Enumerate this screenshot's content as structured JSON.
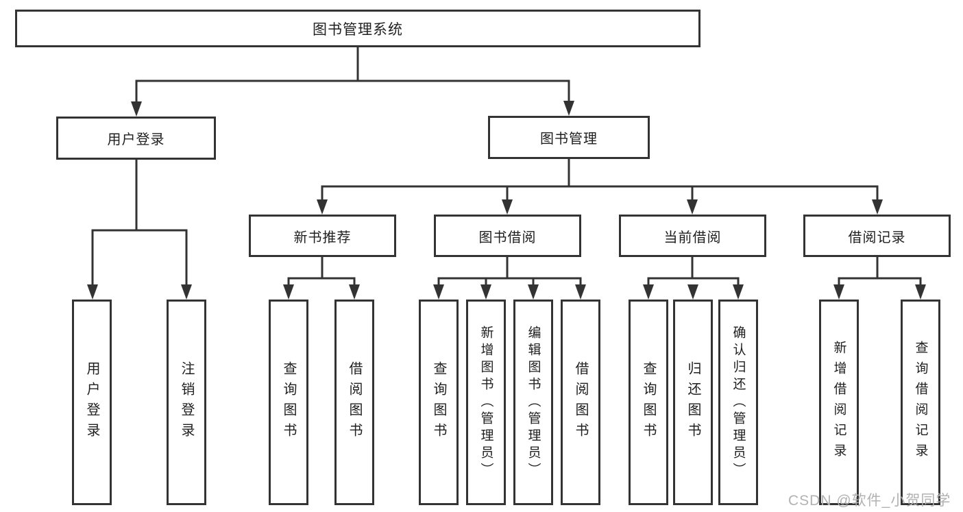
{
  "diagram": {
    "type": "hierarchy-tree",
    "nodes": {
      "root": {
        "label": "图书管理系统"
      },
      "user_login": {
        "label": "用户登录"
      },
      "book_mgmt": {
        "label": "图书管理"
      },
      "new_books": {
        "label": "新书推荐"
      },
      "book_borrow": {
        "label": "图书借阅"
      },
      "current_borrow": {
        "label": "当前借阅"
      },
      "borrow_records": {
        "label": "借阅记录"
      },
      "leaf_user_login": {
        "label": "用户登录"
      },
      "leaf_logout": {
        "label": "注销登录"
      },
      "leaf_nb_query": {
        "label": "查询图书"
      },
      "leaf_nb_borrow": {
        "label": "借阅图书"
      },
      "leaf_bb_query": {
        "label": "查询图书"
      },
      "leaf_bb_add": {
        "label": "新增图书（管理员）"
      },
      "leaf_bb_edit": {
        "label": "编辑图书（管理员）"
      },
      "leaf_bb_borrow": {
        "label": "借阅图书"
      },
      "leaf_cb_query": {
        "label": "查询图书"
      },
      "leaf_cb_return": {
        "label": "归还图书"
      },
      "leaf_cb_confirm": {
        "label": "确认归还（管理员）"
      },
      "leaf_br_add": {
        "label": "新增借阅记录"
      },
      "leaf_br_query": {
        "label": "查询借阅记录"
      }
    },
    "edges": [
      [
        "root",
        "user_login"
      ],
      [
        "root",
        "book_mgmt"
      ],
      [
        "user_login",
        "leaf_user_login"
      ],
      [
        "user_login",
        "leaf_logout"
      ],
      [
        "book_mgmt",
        "new_books"
      ],
      [
        "book_mgmt",
        "book_borrow"
      ],
      [
        "book_mgmt",
        "current_borrow"
      ],
      [
        "book_mgmt",
        "borrow_records"
      ],
      [
        "new_books",
        "leaf_nb_query"
      ],
      [
        "new_books",
        "leaf_nb_borrow"
      ],
      [
        "book_borrow",
        "leaf_bb_query"
      ],
      [
        "book_borrow",
        "leaf_bb_add"
      ],
      [
        "book_borrow",
        "leaf_bb_edit"
      ],
      [
        "book_borrow",
        "leaf_bb_borrow"
      ],
      [
        "current_borrow",
        "leaf_cb_query"
      ],
      [
        "current_borrow",
        "leaf_cb_return"
      ],
      [
        "current_borrow",
        "leaf_cb_confirm"
      ],
      [
        "borrow_records",
        "leaf_br_add"
      ],
      [
        "borrow_records",
        "leaf_br_query"
      ]
    ]
  },
  "watermark": {
    "text": "CSDN @软件_小贺同学"
  },
  "colors": {
    "line": "#333333",
    "box_border": "#333333",
    "box_fill": "#ffffff",
    "text": "#1f1f1f",
    "watermark": "#b2b2b2",
    "background": "#ffffff"
  }
}
